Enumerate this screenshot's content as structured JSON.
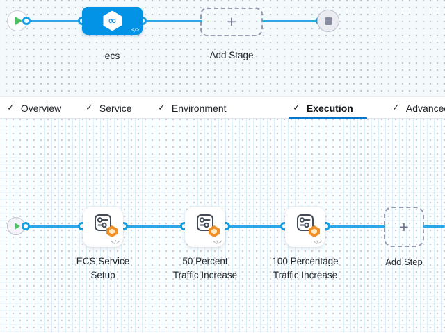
{
  "stage_panel": {
    "stage": {
      "name": "ecs",
      "code_glyph": "</>",
      "logo_glyph": "∞"
    },
    "add_stage": {
      "label": "Add Stage",
      "plus_glyph": "+"
    }
  },
  "tab_bar": {
    "check_glyph": "✓",
    "tabs": [
      {
        "label": "Overview",
        "checked": true,
        "active": false
      },
      {
        "label": "Service",
        "checked": true,
        "active": false
      },
      {
        "label": "Environment",
        "checked": true,
        "active": false
      },
      {
        "label": "Execution",
        "checked": true,
        "active": true
      },
      {
        "label": "Advanced",
        "checked": true,
        "active": false
      }
    ]
  },
  "execution_panel": {
    "steps": [
      {
        "lines": [
          "ECS Service",
          "Setup"
        ],
        "code_glyph": "</>"
      },
      {
        "lines": [
          "50 Percent",
          "Traffic Increase"
        ],
        "code_glyph": "</>"
      },
      {
        "lines": [
          "100 Percentage",
          "Traffic Increase"
        ],
        "code_glyph": "</>"
      }
    ],
    "add_step": {
      "label": "Add Step",
      "plus_glyph": "+"
    }
  },
  "colors": {
    "connector": "#2aa7e8",
    "stage_node_blue": "#0293e7",
    "active_tab_underline": "#0278d5",
    "play_green": "#4fc162",
    "badge_orange": "#ef8f25"
  }
}
